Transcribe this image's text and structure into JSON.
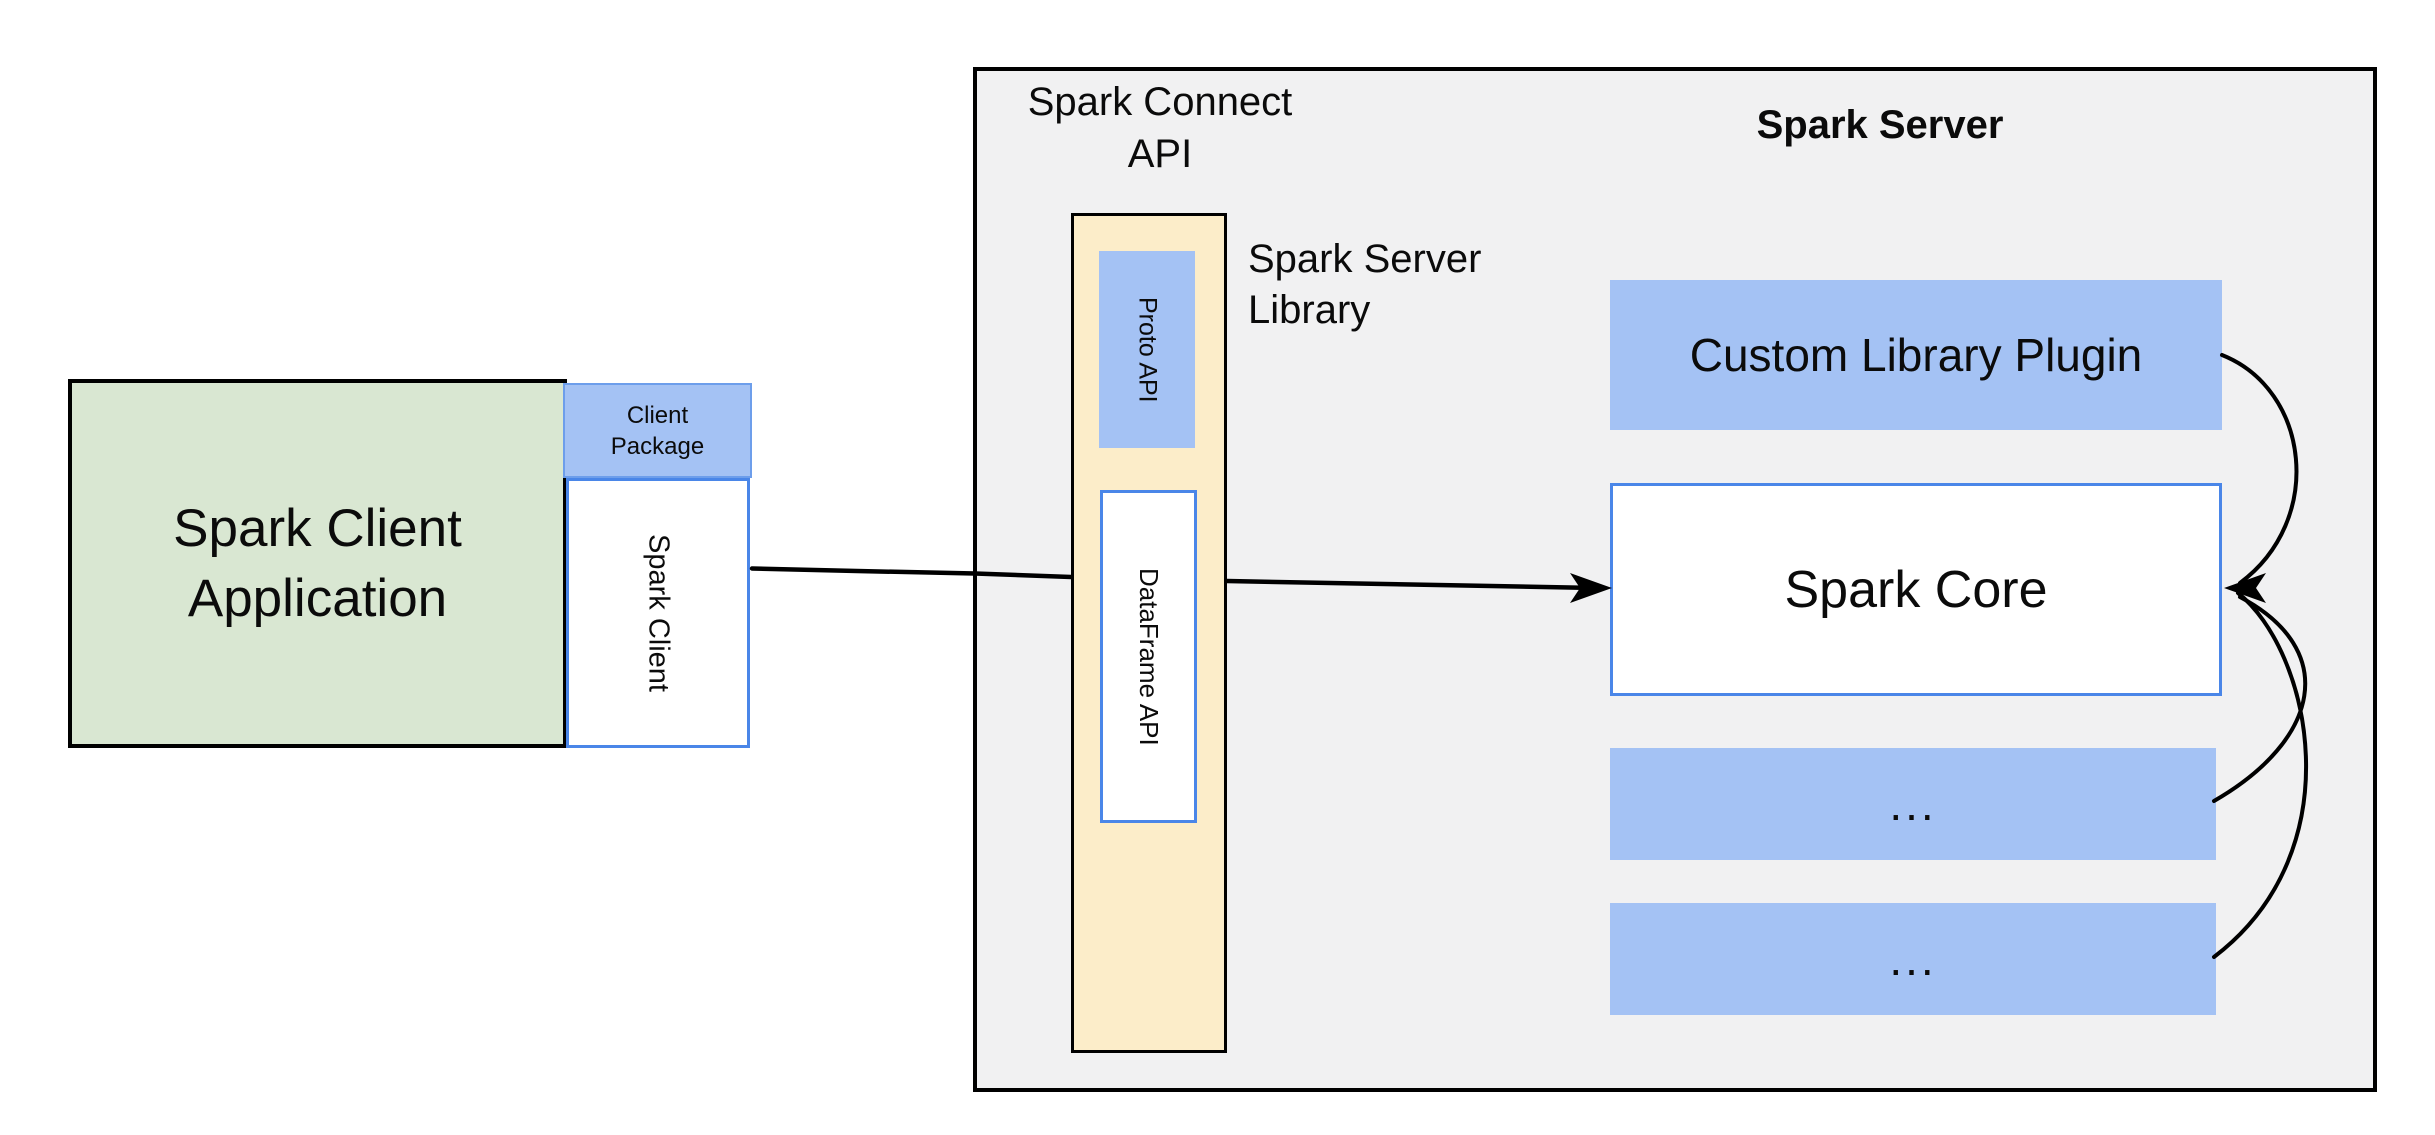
{
  "colors": {
    "blue_fill": "#a4c2f4",
    "blue_border": "#4a86e8",
    "blue_border_light": "#6d9eeb",
    "green_fill": "#d9e7d2",
    "yellow_fill": "#fcedc9",
    "gray_fill": "#f1f1f2",
    "stroke_black": "#000000",
    "text_black": "#0b0b0b"
  },
  "client": {
    "app_label_line1": "Spark Client",
    "app_label_line2": "Application",
    "package_label_line1": "Client",
    "package_label_line2": "Package",
    "spark_client_label": "Spark Client"
  },
  "connect_api": {
    "title_line1": "Spark Connect",
    "title_line2": "API",
    "proto_label": "Proto API",
    "dataframe_label": "DataFrame API",
    "library_label_line1": "Spark Server",
    "library_label_line2": "Library"
  },
  "server": {
    "title": "Spark Server",
    "plugin_label": "Custom Library Plugin",
    "core_label": "Spark Core",
    "more_top": "...",
    "more_bottom": "..."
  }
}
